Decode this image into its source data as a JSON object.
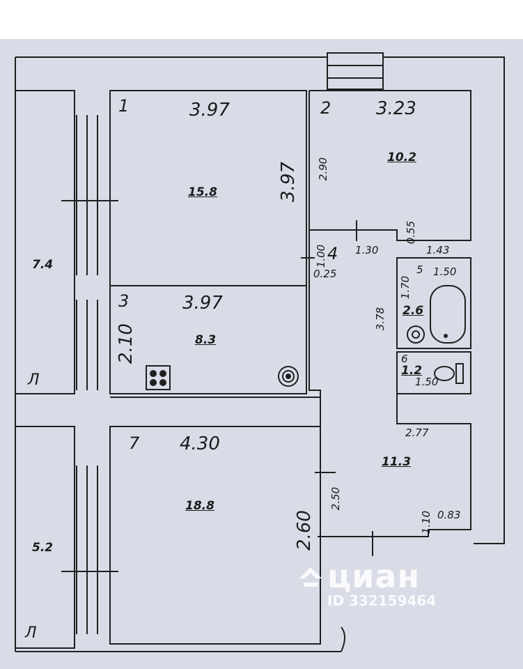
{
  "plan": {
    "rooms": [
      {
        "number": "1",
        "area": "15.8",
        "dims": [
          "3.97",
          "3.97"
        ]
      },
      {
        "number": "2",
        "area": "10.2",
        "dims": [
          "3.23",
          "2.90"
        ]
      },
      {
        "number": "3",
        "area": "8.3",
        "dims": [
          "3.97",
          "2.10"
        ]
      },
      {
        "number": "4",
        "dims": [
          "1.30",
          "1.00",
          "0.25",
          "0.55"
        ]
      },
      {
        "number": "5",
        "area": "2.6",
        "dims": [
          "1.50",
          "1.70"
        ]
      },
      {
        "number": "6",
        "area": "1.2",
        "dims": [
          "1.50"
        ]
      },
      {
        "number": "7",
        "area": "18.8",
        "dims": [
          "4.30",
          "2.60"
        ]
      },
      {
        "area": "11.3",
        "dims": [
          "2.77",
          "2.50",
          "1.10",
          "0.83",
          "3.78",
          "1.43"
        ]
      },
      {
        "area": "7.4",
        "tag": "Л"
      },
      {
        "area": "5.2",
        "tag": "Л"
      }
    ]
  },
  "watermark": {
    "brand": "циан",
    "listing_id": "ID 332159464"
  },
  "colors": {
    "paper": "#d9dce6",
    "line": "#1f1f1f",
    "watermark": "#ffffff"
  }
}
